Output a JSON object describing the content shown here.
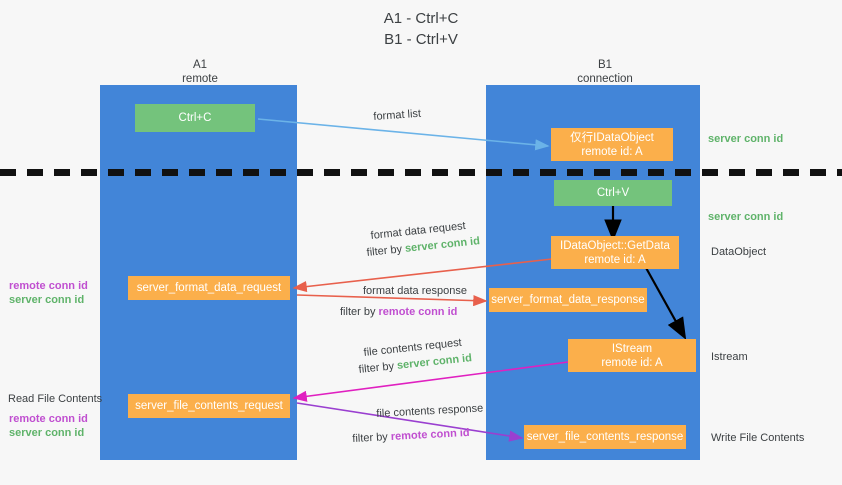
{
  "title": {
    "line1": "A1 - Ctrl+C",
    "line2": "B1 - Ctrl+V"
  },
  "columns": [
    {
      "name": "A1",
      "role": "remote"
    },
    {
      "name": "B1",
      "role": "connection"
    }
  ],
  "boxes": {
    "ctrl_c": {
      "label": "Ctrl+C",
      "color": "#74c37c"
    },
    "ctrl_v": {
      "label": "Ctrl+V",
      "color": "#74c37c"
    },
    "idataobject": {
      "line1": "仅行IDataObject",
      "line2": "remote id: A",
      "color": "#fbaf4b"
    },
    "getdata": {
      "line1": "IDataObject::GetData",
      "line2": "remote id: A",
      "color": "#fbaf4b"
    },
    "istream": {
      "line1": "IStream",
      "line2": "remote id: A",
      "color": "#fbaf4b"
    },
    "server_format_data_request": {
      "label": "server_format_data_request",
      "color": "#fbaf4b"
    },
    "server_format_data_response": {
      "label": "server_format_data_response",
      "color": "#fbaf4b"
    },
    "server_file_contents_request": {
      "label": "server_file_contents_request",
      "color": "#fbaf4b"
    },
    "server_file_contents_response": {
      "label": "server_file_contents_response",
      "color": "#fbaf4b"
    }
  },
  "edge_labels": {
    "format_list": "format list",
    "format_data_request": "format data request",
    "format_data_request_filter_prefix": "filter by ",
    "format_data_request_filter_value": "server conn id",
    "format_data_response": "format data response",
    "format_data_response_filter_prefix": "filter by ",
    "format_data_response_filter_value": "remote conn id",
    "file_contents_request": "file contents request",
    "file_contents_request_filter_prefix": "filter by ",
    "file_contents_request_filter_value": "server conn id",
    "file_contents_response": "file contents response",
    "file_contents_response_filter_prefix": "filter by ",
    "file_contents_response_filter_value": "remote conn id"
  },
  "annotations": {
    "right_server_conn_id_top": "server conn id",
    "right_server_conn_id_mid": "server conn id",
    "right_dataobject": "DataObject",
    "right_istream": "Istream",
    "right_write_file_contents": "Write File Contents",
    "left_read_file_contents": "Read File Contents",
    "left_remote_conn_id_1": "remote conn id",
    "left_server_conn_id_1": "server conn id",
    "left_remote_conn_id_2": "remote conn id",
    "left_server_conn_id_2": "server conn id"
  },
  "colors": {
    "lane": "#4285d8",
    "green": "#5fb36a",
    "purple": "#c04fd0",
    "orange": "#fbaf4b",
    "box_green": "#74c37c",
    "arrow_blue": "#6bb3e8",
    "arrow_red": "#e8604c",
    "arrow_magenta": "#e020c0",
    "arrow_purple": "#9a3fd0",
    "arrow_black": "#000000",
    "background": "#f7f7f7"
  }
}
